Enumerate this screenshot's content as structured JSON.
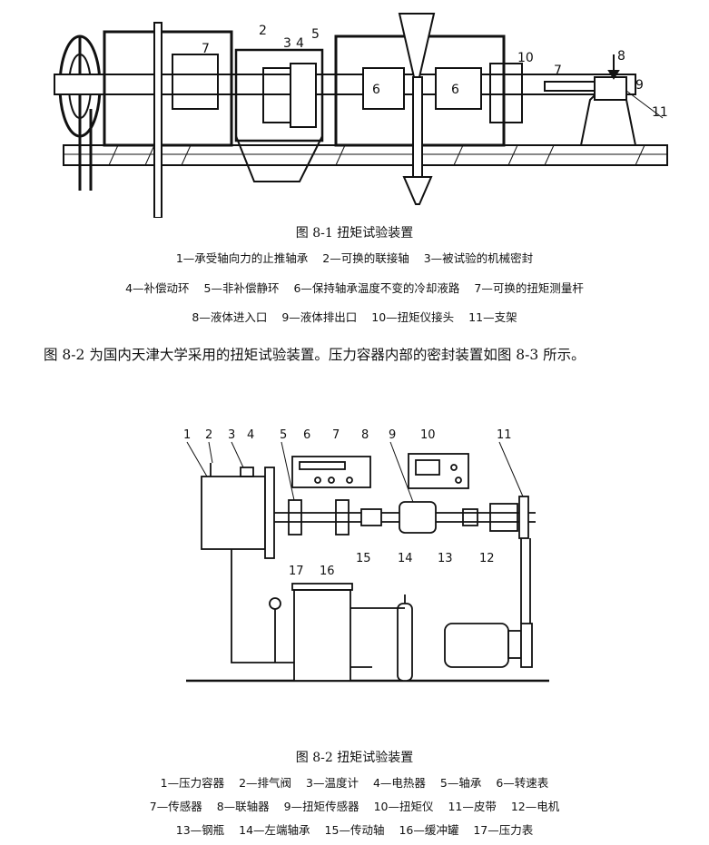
{
  "figure1": {
    "caption": "图 8-1   扭矩试验装置",
    "callouts": [
      "2",
      "3",
      "4",
      "5",
      "7",
      "6",
      "6",
      "10",
      "7",
      "8",
      "9",
      "11"
    ],
    "legend_lines": [
      [
        "1—承受轴向力的止推轴承",
        "2—可换的联接轴",
        "3—被试验的机械密封"
      ],
      [
        "4—补偿动环",
        "5—非补偿静环",
        "6—保持轴承温度不变的冷却液路",
        "7—可换的扭矩测量杆"
      ],
      [
        "8—液体进入口",
        "9—液体排出口",
        "10—扭矩仪接头",
        "11—支架"
      ]
    ]
  },
  "paragraph": "图 8-2 为国内天津大学采用的扭矩试验装置。压力容器内部的密封装置如图 8-3 所示。",
  "figure2": {
    "caption": "图 8-2   扭矩试验装置",
    "callouts_top": [
      "1",
      "2",
      "3",
      "4",
      "5",
      "6",
      "7",
      "8",
      "9",
      "10",
      "11"
    ],
    "callouts_bottom": [
      "17",
      "16",
      "15",
      "14",
      "13",
      "12"
    ],
    "legend_lines": [
      [
        "1—压力容器",
        "2—排气阀",
        "3—温度计",
        "4—电热器",
        "5—轴承",
        "6—转速表"
      ],
      [
        "7—传感器",
        "8—联轴器",
        "9—扭矩传感器",
        "10—扭矩仪",
        "11—皮带",
        "12—电机"
      ],
      [
        "13—钢瓶",
        "14—左端轴承",
        "15—传动轴",
        "16—缓冲罐",
        "17—压力表"
      ]
    ]
  }
}
